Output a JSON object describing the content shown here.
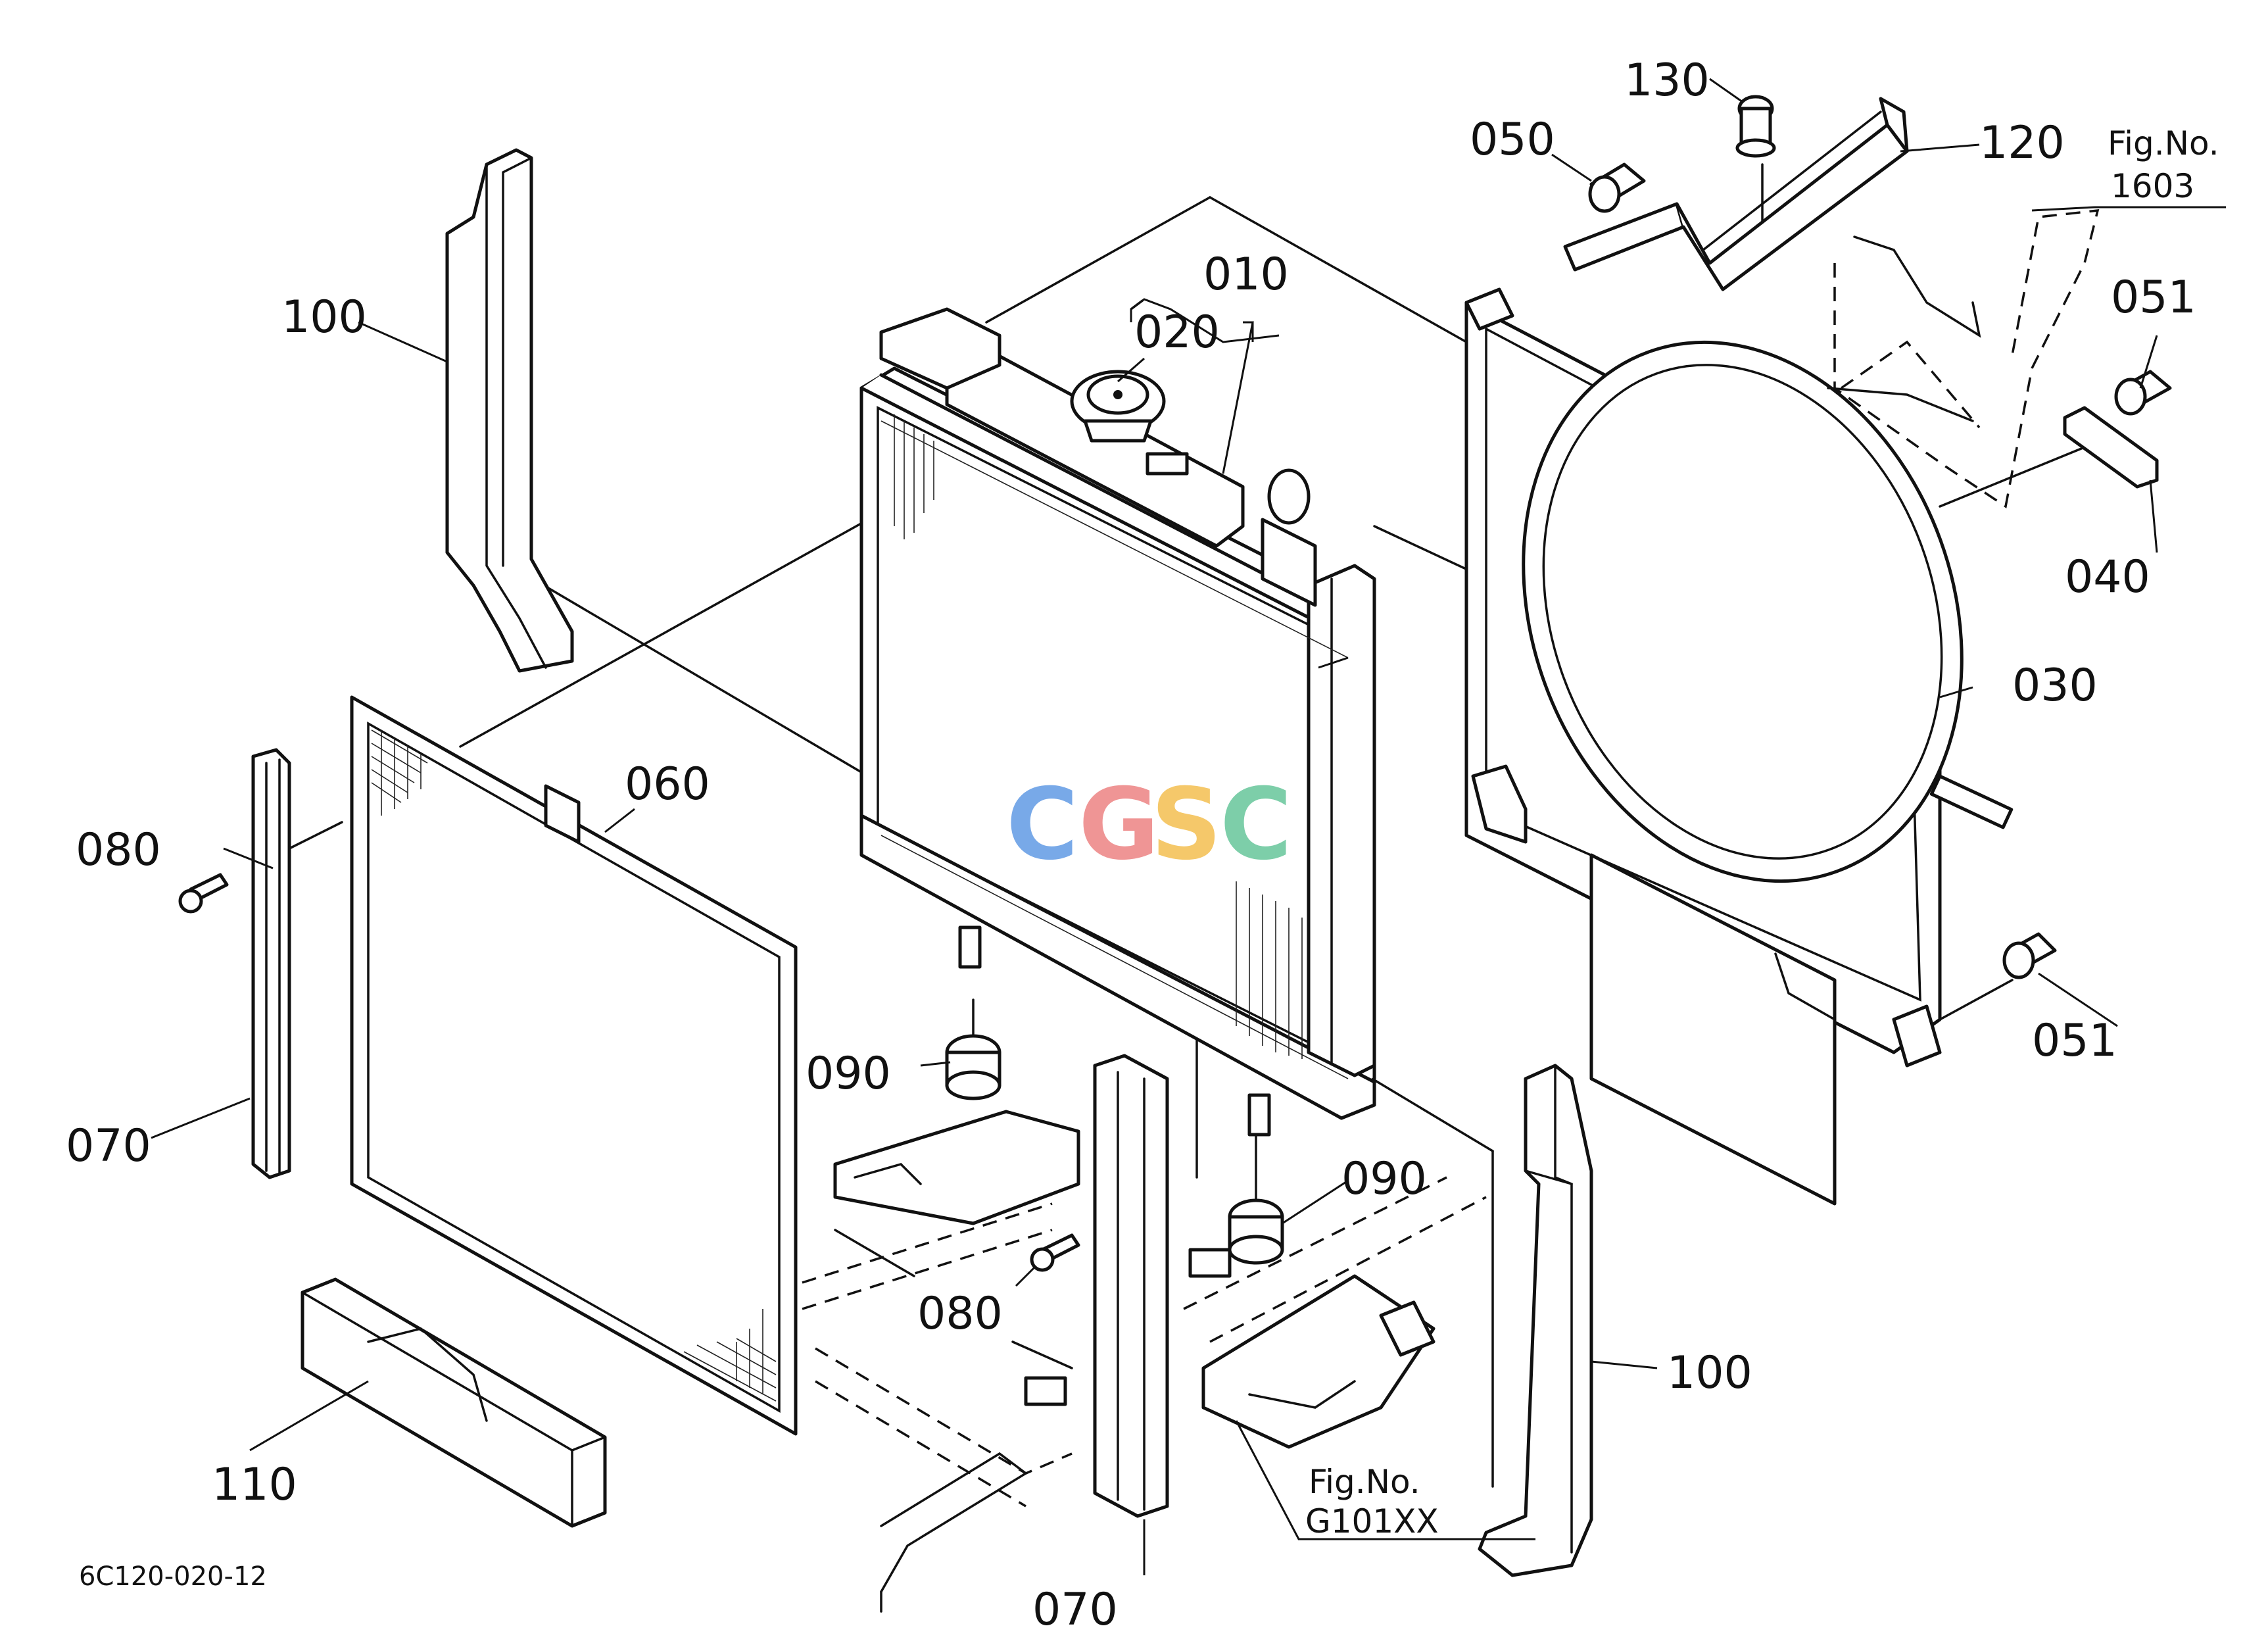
{
  "drawing_code": "6C120-020-12",
  "watermark": {
    "letters": [
      {
        "char": "C",
        "color": "#6aa0e6"
      },
      {
        "char": "G",
        "color": "#ee8a8a"
      },
      {
        "char": "S",
        "color": "#f4c35a"
      },
      {
        "char": "C",
        "color": "#6fc9a0"
      }
    ]
  },
  "figure_refs": {
    "top": {
      "line1": "Fig.No.",
      "line2": "1603"
    },
    "bottom": {
      "line1": "Fig.No.",
      "line2": "G101XX"
    }
  },
  "callouts": {
    "p010": "010",
    "p020": "020",
    "p030": "030",
    "p040": "040",
    "p050": "050",
    "p051a": "051",
    "p051b": "051",
    "p060": "060",
    "p070a": "070",
    "p070b": "070",
    "p080a": "080",
    "p080b": "080",
    "p090a": "090",
    "p090b": "090",
    "p100a": "100",
    "p100b": "100",
    "p110": "110",
    "p120": "120",
    "p130": "130"
  }
}
